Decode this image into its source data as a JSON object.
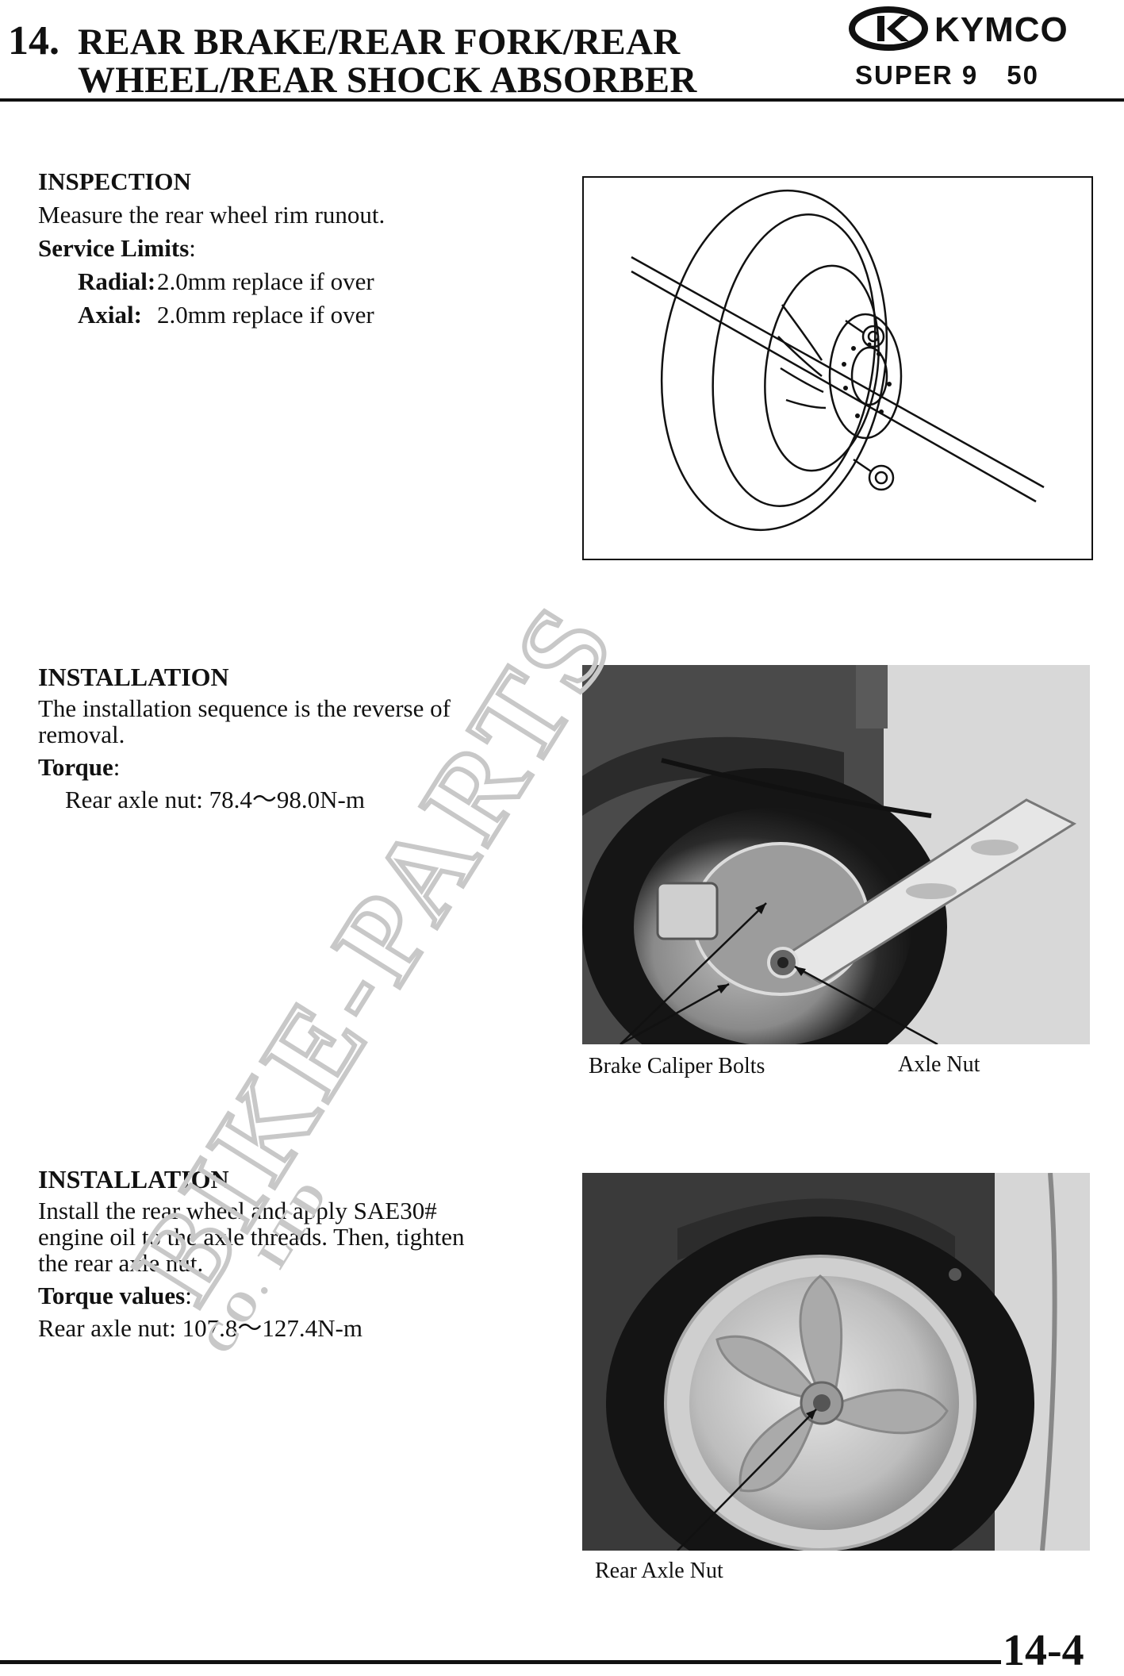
{
  "header": {
    "chapter_number": "14.",
    "title_line1": "REAR BRAKE/REAR FORK/REAR",
    "title_line2": "WHEEL/REAR SHOCK ABSORBER",
    "brand": "KYMCO",
    "model_name": "SUPER 9",
    "model_size": "50"
  },
  "inspection": {
    "heading": "INSPECTION",
    "instruction": "Measure the rear wheel rim runout.",
    "limits_label": "Service Limits",
    "radial_label": "Radial",
    "radial_value": "2.0mm replace if over",
    "axial_label": "Axial",
    "axial_value": "2.0mm replace if over"
  },
  "installation1": {
    "heading": "INSTALLATION",
    "text_line1": "The installation sequence is the reverse of",
    "text_line2": "removal.",
    "torque_label": "Torque",
    "torque_value": "Rear axle nut: 78.4～98.0N-m"
  },
  "installation2": {
    "heading": "INSTALLATION",
    "text_line1": "Install the rear wheel and apply SAE30#",
    "text_line2": "engine oil to the axle threads. Then, tighten",
    "text_line3": "the rear axle nut.",
    "torque_label": "Torque values",
    "torque_value": "Rear axle nut: 107.8～127.4N-m"
  },
  "figures": {
    "caption_brake_bolts": "Brake Caliper Bolts",
    "caption_axle_nut": "Axle Nut",
    "caption_rear_axle_nut": "Rear Axle Nut"
  },
  "watermark": {
    "main": "BIKE-PARTS",
    "sub": "CO. LTD"
  },
  "footer": {
    "page_number": "14-4"
  },
  "colors": {
    "ink": "#111111",
    "watermark": "#c8c8c8",
    "photo_dark": "#2a2a2a"
  }
}
